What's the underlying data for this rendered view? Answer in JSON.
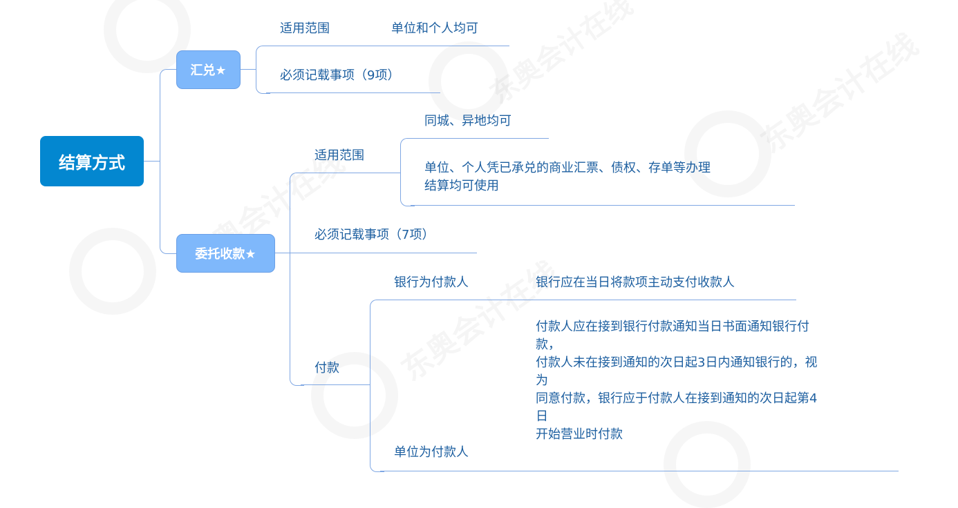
{
  "root": {
    "label": "结算方式"
  },
  "branches": [
    {
      "label": "汇兑★",
      "children": [
        {
          "label": "适用范围",
          "detail": "单位和个人均可"
        },
        {
          "label": "必须记载事项（9项）"
        }
      ]
    },
    {
      "label": "委托收款★",
      "children": [
        {
          "label": "适用范围",
          "details": [
            "同城、异地均可",
            "单位、个人凭已承兑的商业汇票、债权、存单等办理结算均可使用"
          ],
          "details_lines": [
            [
              "同城、异地均可"
            ],
            [
              "单位、个人凭已承兑的商业汇票、债权、存单等办理",
              "结算均可使用"
            ]
          ]
        },
        {
          "label": "必须记载事项（7项）"
        },
        {
          "label": "付款",
          "children": [
            {
              "label": "银行为付款人",
              "detail": "银行应在当日将款项主动支付收款人"
            },
            {
              "label": "单位为付款人",
              "detail_lines": [
                "付款人应在接到银行付款通知当日书面通知银行付",
                "款，",
                "付款人未在接到通知的次日起3日内通知银行的，视",
                "为",
                "同意付款，银行应于付款人在接到通知的次日起第4",
                "日",
                "开始营业时付款"
              ]
            }
          ]
        }
      ]
    }
  ],
  "colors": {
    "root_bg": "#0387d0",
    "main_node_bg": "#7fb8fb",
    "connector": "#7fa7e3",
    "text": "#1d5fa0"
  },
  "watermark": {
    "brand": "东奥会计在线",
    "url": "www.dongao.com"
  }
}
